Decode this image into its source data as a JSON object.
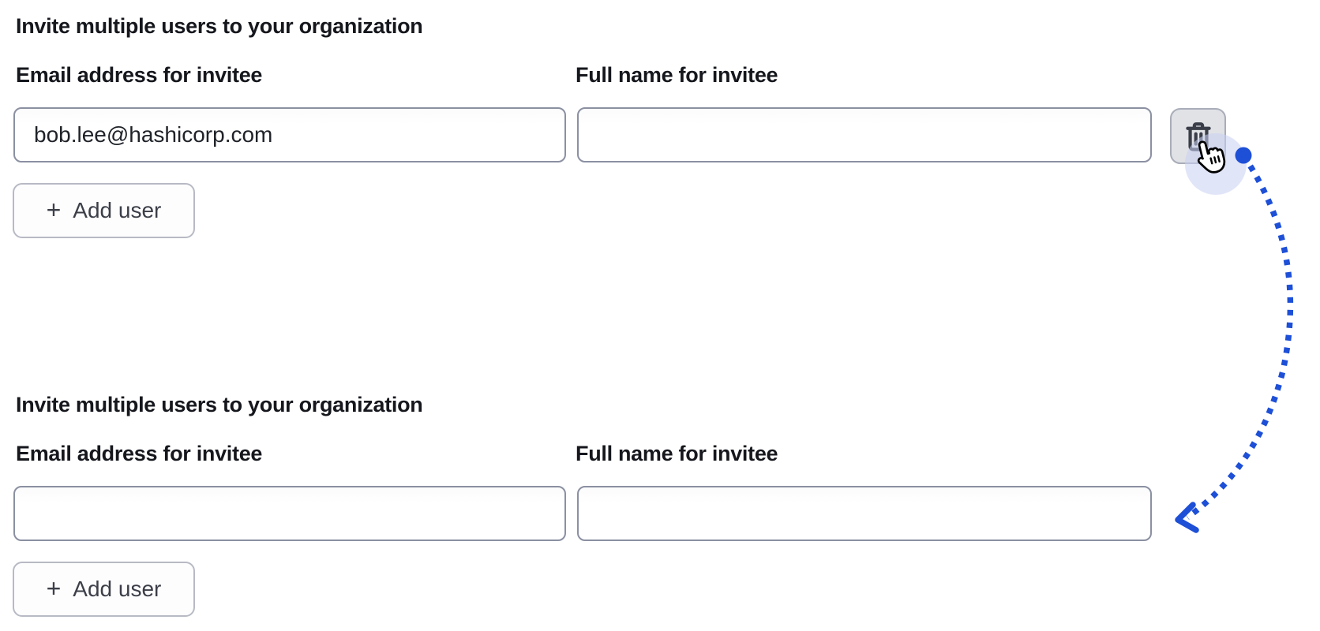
{
  "colors": {
    "accent_blue": "#1d4fd7",
    "heading_text": "#15171d",
    "input_border": "#8b90a2",
    "icon_button_bg": "#e0e2e6",
    "trash_icon": "#3a3e49",
    "ripple": "#c9cff2"
  },
  "sections": [
    {
      "heading": "Invite multiple users to your organization",
      "fields": [
        {
          "label": "Email address for invitee",
          "value": "bob.lee@hashicorp.com"
        },
        {
          "label": "Full name for invitee",
          "value": ""
        }
      ],
      "plus": "+",
      "add_user_label": "Add user"
    },
    {
      "heading": "Invite multiple users to your organization",
      "fields": [
        {
          "label": "Email address for invitee",
          "value": ""
        },
        {
          "label": "Full name for invitee",
          "value": ""
        }
      ],
      "plus": "+",
      "add_user_label": "Add user"
    }
  ],
  "annotation": {
    "description": "dotted arrow from delete button click to second form state"
  }
}
